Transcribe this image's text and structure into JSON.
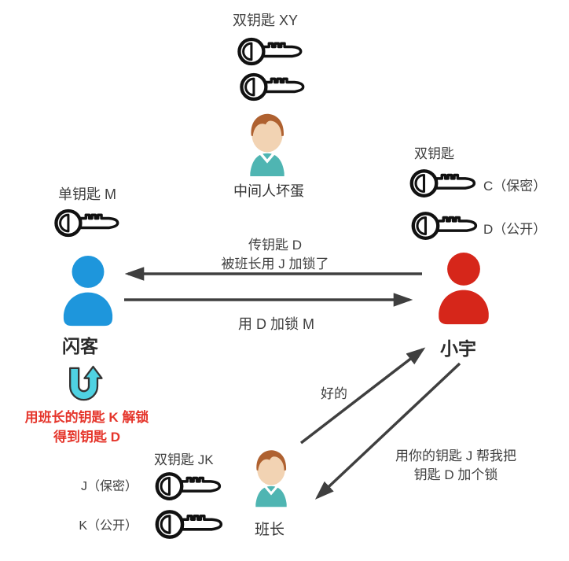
{
  "middleman": {
    "keys_label": "双钥匙 XY",
    "name": "中间人坏蛋"
  },
  "shanke": {
    "key_label": "单钥匙 M",
    "name": "闪客"
  },
  "xiaoyu": {
    "keys_label": "双钥匙",
    "key_c": "C（保密）",
    "key_d": "D（公开）",
    "name": "小宇"
  },
  "banzhang": {
    "keys_label": "双钥匙 JK",
    "key_j": "J（保密）",
    "key_k": "K（公开）",
    "name": "班长"
  },
  "messages": {
    "pass_d_line1": "传钥匙 D",
    "pass_d_line2": "被班长用 J 加锁了",
    "lock_m": "用 D 加锁 M",
    "ok": "好的",
    "request_line1": "用你的钥匙 J 帮我把",
    "request_line2": "钥匙 D 加个锁",
    "unlock_line1": "用班长的钥匙 K 解锁",
    "unlock_line2": "得到钥匙 D"
  },
  "colors": {
    "shanke_blue": "#1e96dc",
    "xiaoyu_red": "#d6261a",
    "uturn_cyan": "#4fd2e2",
    "note_red": "#e5352b",
    "arrow_gray": "#3f3f3f",
    "shirt_teal": "#4fb5b2",
    "hair_brown": "#af6130",
    "skin": "#f2d3b3"
  }
}
